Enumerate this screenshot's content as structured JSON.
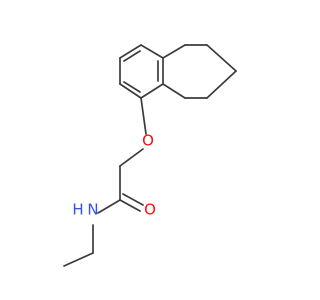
{
  "molecule": {
    "atoms": {
      "oxygen_ether": {
        "symbol": "O",
        "color": "#ff0d0d"
      },
      "oxygen_carbonyl": {
        "symbol": "O",
        "color": "#ff0d0d"
      },
      "nitrogen": {
        "symbol": "N",
        "color": "#3050f8"
      },
      "hydrogen_on_n": {
        "symbol": "H",
        "color": "#3050f8"
      }
    },
    "bond_color": "#3b3b3b"
  }
}
